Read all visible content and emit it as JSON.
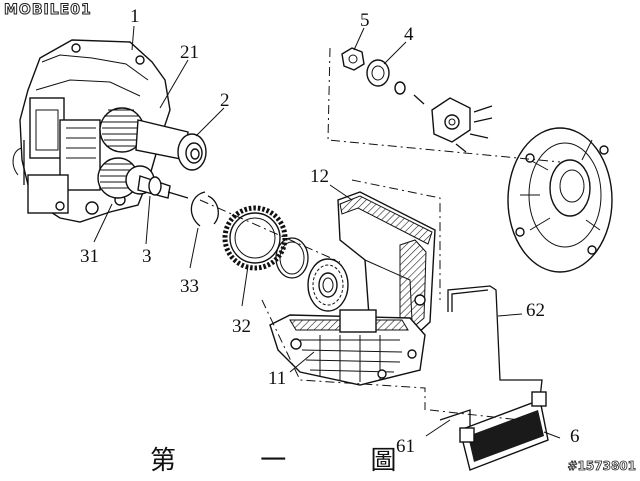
{
  "watermark": "MOBILE01",
  "figure_title": "第 一 圖",
  "reference_id": "#1573801",
  "labels": {
    "l1": "1",
    "l21": "21",
    "l2": "2",
    "l5": "5",
    "l4": "4",
    "l12": "12",
    "l31": "31",
    "l3": "3",
    "l33": "33",
    "l32": "32",
    "l11": "11",
    "l62": "62",
    "l61": "61",
    "l6": "6"
  }
}
